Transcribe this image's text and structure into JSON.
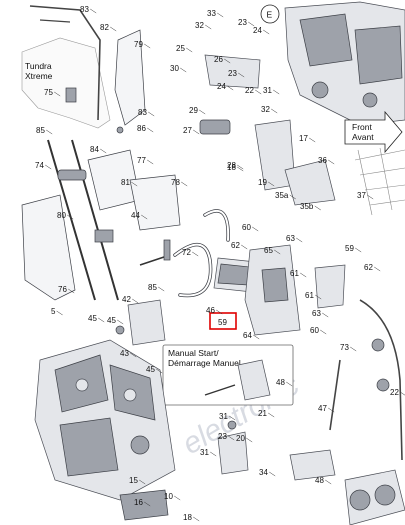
{
  "diagram": {
    "captions": {
      "model_line1": "Tundra",
      "model_line2": "Xtreme",
      "manual_start_line1": "Manual Start/",
      "manual_start_line2": "Démarrage Manuel",
      "front_line1": "Front",
      "front_line2": "Avant",
      "detail_marker": "E",
      "watermark": "electronic"
    },
    "highlighted_callout": "59",
    "callouts": [
      "83",
      "82",
      "79",
      "75",
      "83",
      "86",
      "85",
      "74",
      "84",
      "77",
      "81",
      "78",
      "44",
      "80",
      "76",
      "72",
      "85",
      "60",
      "42",
      "45",
      "5",
      "45",
      "43",
      "45",
      "33",
      "32",
      "23",
      "24",
      "25",
      "30",
      "26",
      "23",
      "24",
      "22",
      "31",
      "29",
      "27",
      "32",
      "28",
      "17",
      "35a",
      "35b",
      "36",
      "37",
      "18",
      "19",
      "62",
      "65",
      "63",
      "61",
      "59",
      "64",
      "62",
      "63",
      "61",
      "60",
      "46",
      "73",
      "48",
      "47",
      "22",
      "31",
      "21",
      "23",
      "20",
      "31",
      "34",
      "15",
      "10",
      "16",
      "18",
      "48"
    ],
    "hero_callouts": {
      "c59": "59"
    }
  }
}
